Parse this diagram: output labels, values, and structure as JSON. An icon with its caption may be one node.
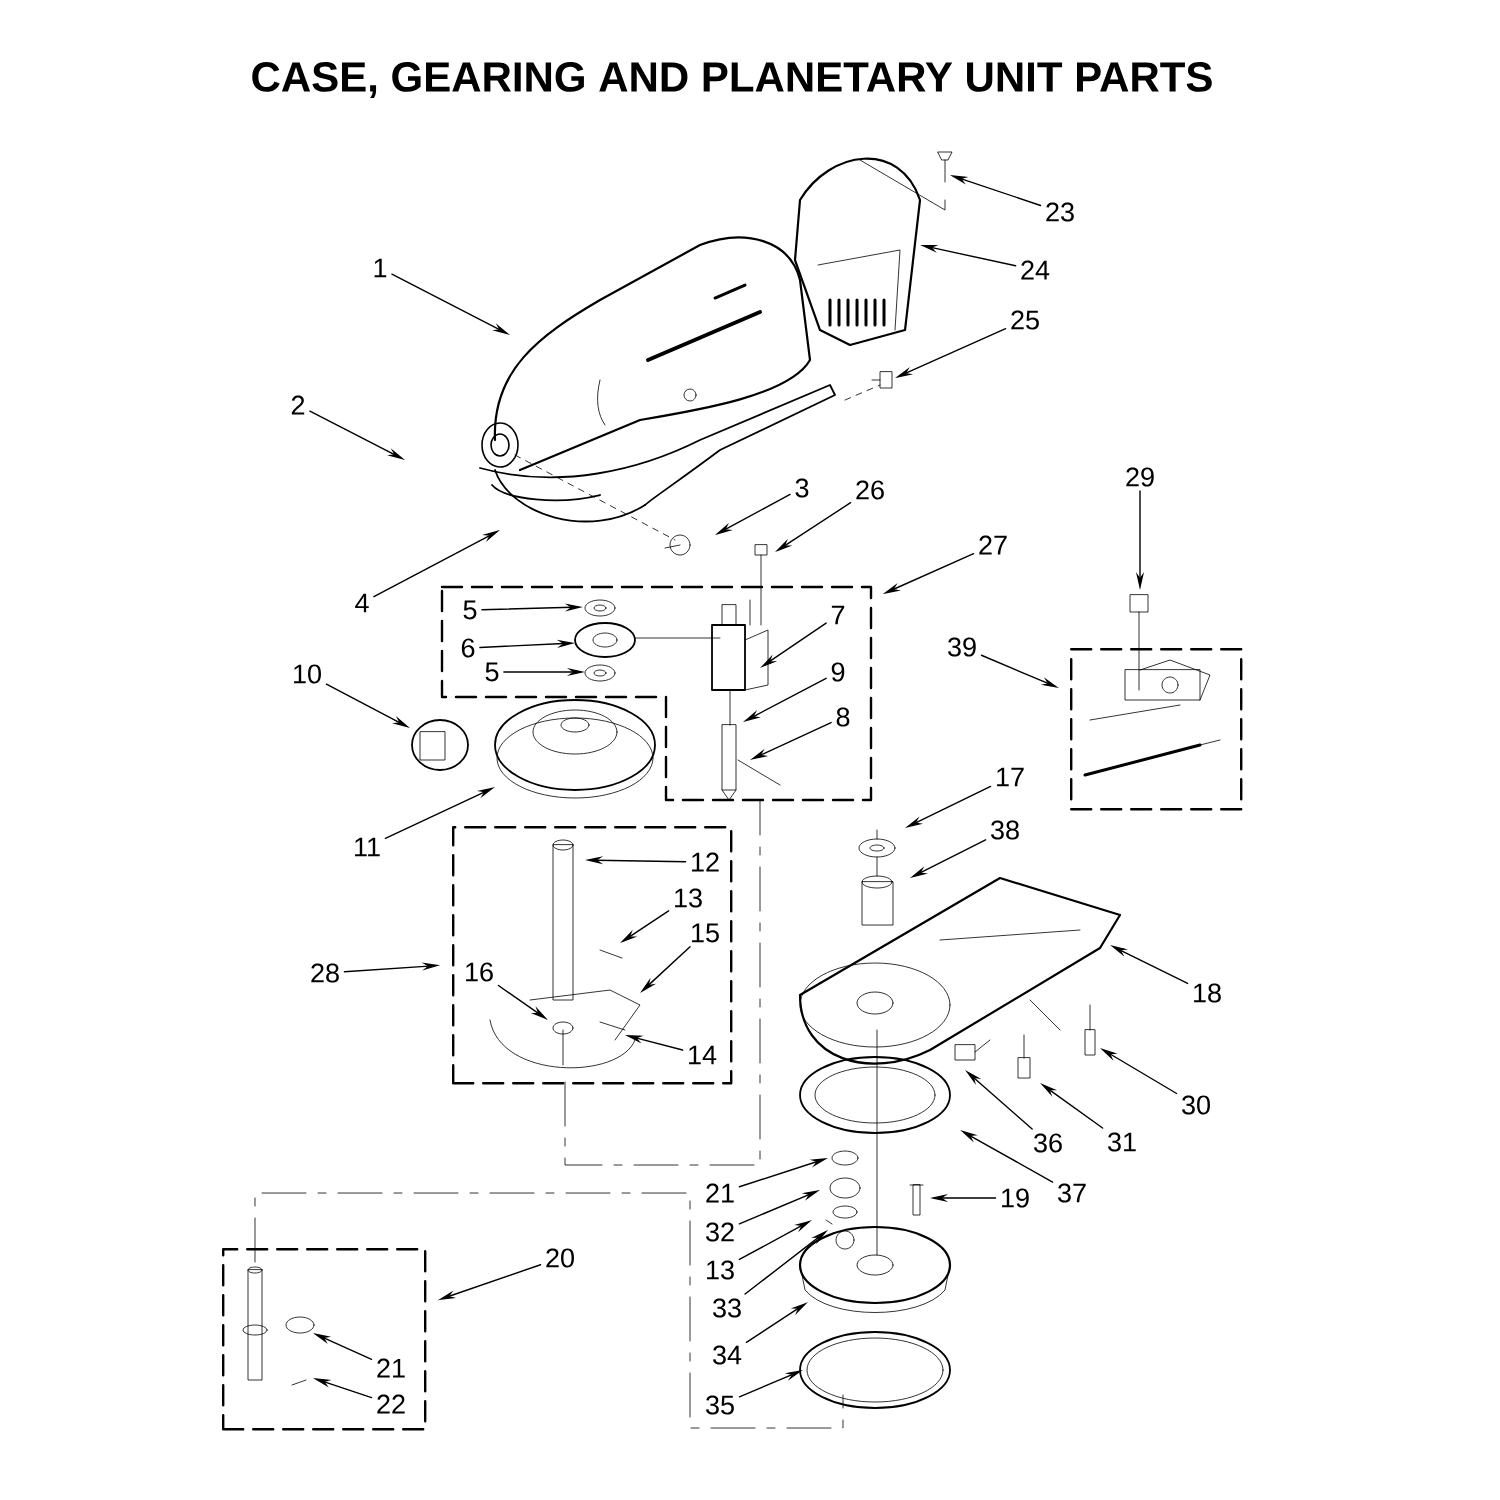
{
  "diagram": {
    "title": "CASE, GEARING AND PLANETARY UNIT PARTS",
    "nodes": [
      {
        "text": [
          "1"
        ]
      },
      {
        "text": [
          "23"
        ]
      },
      {
        "text": [
          "24"
        ]
      },
      {
        "text": [
          "25"
        ]
      },
      {
        "text": [
          "2"
        ]
      },
      {
        "text": [
          "3"
        ]
      },
      {
        "text": [
          "26"
        ]
      },
      {
        "text": [
          "4"
        ]
      },
      {
        "text": [
          "27"
        ]
      },
      {
        "text": [],
        "shape": "box"
      },
      {
        "text": [
          "5"
        ],
        "in": 9
      },
      {
        "text": [
          "6"
        ],
        "in": 9
      },
      {
        "text": [
          "5"
        ],
        "in": 9
      },
      {
        "text": [
          "7"
        ],
        "in": 9
      },
      {
        "text": [
          "9"
        ],
        "in": 9
      },
      {
        "text": [
          "8"
        ],
        "in": 9
      },
      {
        "text": [
          "29"
        ]
      },
      {
        "text": [
          "39"
        ]
      },
      {
        "text": [],
        "shape": "box"
      },
      {
        "text": [
          "10"
        ]
      },
      {
        "text": [
          "11"
        ]
      },
      {
        "text": [
          "17"
        ]
      },
      {
        "text": [
          "38"
        ]
      },
      {
        "text": [],
        "shape": "box"
      },
      {
        "text": [
          "12"
        ],
        "in": 23
      },
      {
        "text": [
          "13"
        ],
        "in": 23
      },
      {
        "text": [
          "15"
        ],
        "in": 23
      },
      {
        "text": [
          "16"
        ],
        "in": 23
      },
      {
        "text": [
          "14"
        ],
        "in": 23
      },
      {
        "text": [
          "28"
        ]
      },
      {
        "text": [
          "18"
        ]
      },
      {
        "text": [
          "30"
        ]
      },
      {
        "text": [
          "36"
        ]
      },
      {
        "text": [
          "31"
        ]
      },
      {
        "text": [
          "37"
        ]
      },
      {
        "text": [
          "21"
        ]
      },
      {
        "text": [
          "32"
        ]
      },
      {
        "text": [
          "19"
        ]
      },
      {
        "text": [
          "13"
        ]
      },
      {
        "text": [
          "33"
        ]
      },
      {
        "text": [
          "20"
        ]
      },
      {
        "text": [],
        "shape": "box"
      },
      {
        "text": [
          "21"
        ],
        "in": 41
      },
      {
        "text": [
          "22"
        ],
        "in": 41
      },
      {
        "text": [
          "34"
        ]
      },
      {
        "text": [
          "35"
        ]
      }
    ],
    "edges": [
      {
        "from": 0,
        "to": null,
        "arrow": "to"
      },
      {
        "from": 1,
        "to": null,
        "arrow": "to"
      },
      {
        "from": 2,
        "to": null,
        "arrow": "to"
      },
      {
        "from": 3,
        "to": null,
        "arrow": "to"
      },
      {
        "from": 4,
        "to": null,
        "arrow": "to"
      },
      {
        "from": 5,
        "to": null,
        "arrow": "to"
      },
      {
        "from": 6,
        "to": null,
        "arrow": "to"
      },
      {
        "from": 7,
        "to": null,
        "arrow": "to"
      },
      {
        "from": 8,
        "to": 9,
        "arrow": "to"
      },
      {
        "from": 10,
        "to": null,
        "arrow": "to"
      },
      {
        "from": 11,
        "to": null,
        "arrow": "to"
      },
      {
        "from": 12,
        "to": null,
        "arrow": "to"
      },
      {
        "from": 13,
        "to": null,
        "arrow": "to"
      },
      {
        "from": 14,
        "to": null,
        "arrow": "to"
      },
      {
        "from": 15,
        "to": null,
        "arrow": "to"
      },
      {
        "from": 16,
        "to": null,
        "arrow": "to"
      },
      {
        "from": 17,
        "to": 18,
        "arrow": "to"
      },
      {
        "from": 19,
        "to": null,
        "arrow": "to"
      },
      {
        "from": 20,
        "to": null,
        "arrow": "to"
      },
      {
        "from": 21,
        "to": null,
        "arrow": "to"
      },
      {
        "from": 22,
        "to": null,
        "arrow": "to"
      },
      {
        "from": 24,
        "to": null,
        "arrow": "to"
      },
      {
        "from": 25,
        "to": null,
        "arrow": "to"
      },
      {
        "from": 26,
        "to": null,
        "arrow": "to"
      },
      {
        "from": 27,
        "to": null,
        "arrow": "to"
      },
      {
        "from": 28,
        "to": null,
        "arrow": "to"
      },
      {
        "from": 29,
        "to": 23,
        "arrow": "to"
      },
      {
        "from": 30,
        "to": null,
        "arrow": "to"
      },
      {
        "from": 31,
        "to": null,
        "arrow": "to"
      },
      {
        "from": 32,
        "to": null,
        "arrow": "to"
      },
      {
        "from": 33,
        "to": null,
        "arrow": "to"
      },
      {
        "from": 34,
        "to": null,
        "arrow": "to"
      },
      {
        "from": 35,
        "to": null,
        "arrow": "to"
      },
      {
        "from": 36,
        "to": null,
        "arrow": "to"
      },
      {
        "from": 37,
        "to": null,
        "arrow": "to"
      },
      {
        "from": 38,
        "to": null,
        "arrow": "to"
      },
      {
        "from": 39,
        "to": null,
        "arrow": "to"
      },
      {
        "from": 40,
        "to": 41,
        "arrow": "to"
      },
      {
        "from": 42,
        "to": null,
        "arrow": "to"
      },
      {
        "from": 43,
        "to": null,
        "arrow": "to"
      },
      {
        "from": 44,
        "to": null,
        "arrow": "to"
      },
      {
        "from": 45,
        "to": null,
        "arrow": "to"
      }
    ]
  }
}
